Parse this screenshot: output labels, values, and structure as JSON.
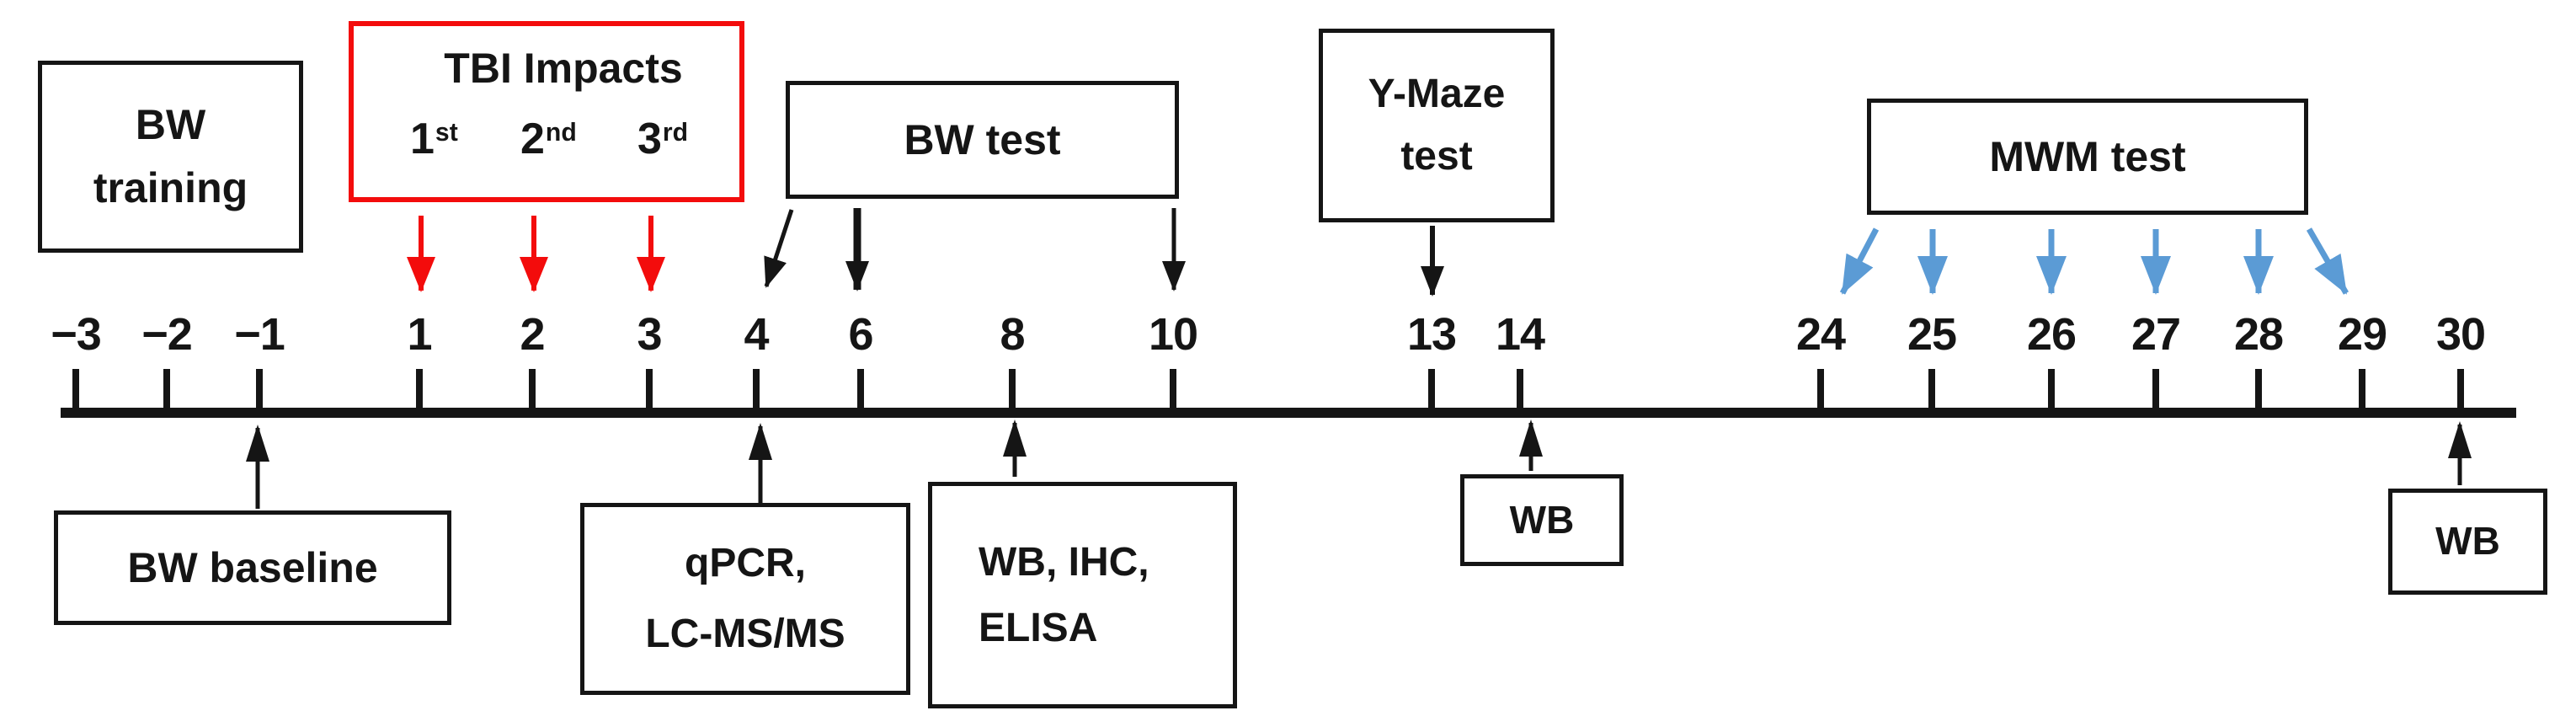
{
  "colors": {
    "ink": "#151515",
    "red": "#f30c0c",
    "blue": "#5b9bd5"
  },
  "timeline": {
    "unit": "days",
    "first_day": "−3",
    "last_day": "30",
    "tick_labels": [
      "−3",
      "−2",
      "−1",
      "1",
      "2",
      "3",
      "4",
      "6",
      "8",
      "10",
      "13",
      "14",
      "24",
      "25",
      "26",
      "27",
      "28",
      "29",
      "30"
    ]
  },
  "top_boxes": {
    "bw_training": {
      "line1": "BW",
      "line2": "training"
    },
    "tbi": {
      "title": "TBI Impacts",
      "ordinals": [
        {
          "num": "1",
          "sup": "st"
        },
        {
          "num": "2",
          "sup": "nd"
        },
        {
          "num": "3",
          "sup": "rd"
        }
      ],
      "arrow_days": [
        "1",
        "2",
        "3"
      ],
      "arrow_color": "#f30c0c"
    },
    "bw_test": {
      "label": "BW test",
      "arrow_days": [
        "4",
        "6",
        "10"
      ],
      "arrow_color": "#151515"
    },
    "y_maze": {
      "line1": "Y-Maze",
      "line2": "test",
      "arrow_days": [
        "13"
      ],
      "arrow_color": "#151515"
    },
    "mwm": {
      "label": "MWM test",
      "arrow_days": [
        "24",
        "25",
        "26",
        "27",
        "28",
        "29"
      ],
      "arrow_color": "#5b9bd5"
    }
  },
  "bottom_boxes": {
    "bw_baseline": {
      "label": "BW baseline",
      "arrow_days": [
        "−1"
      ]
    },
    "qpcr": {
      "line1": "qPCR,",
      "line2": "LC-MS/MS",
      "arrow_days": [
        "4"
      ]
    },
    "wb_ihc": {
      "line1": "WB, IHC,",
      "line2": "ELISA",
      "arrow_days": [
        "8"
      ]
    },
    "wb_day14": {
      "label": "WB",
      "arrow_days": [
        "14"
      ]
    },
    "wb_day30": {
      "label": "WB",
      "arrow_days": [
        "30"
      ]
    }
  }
}
